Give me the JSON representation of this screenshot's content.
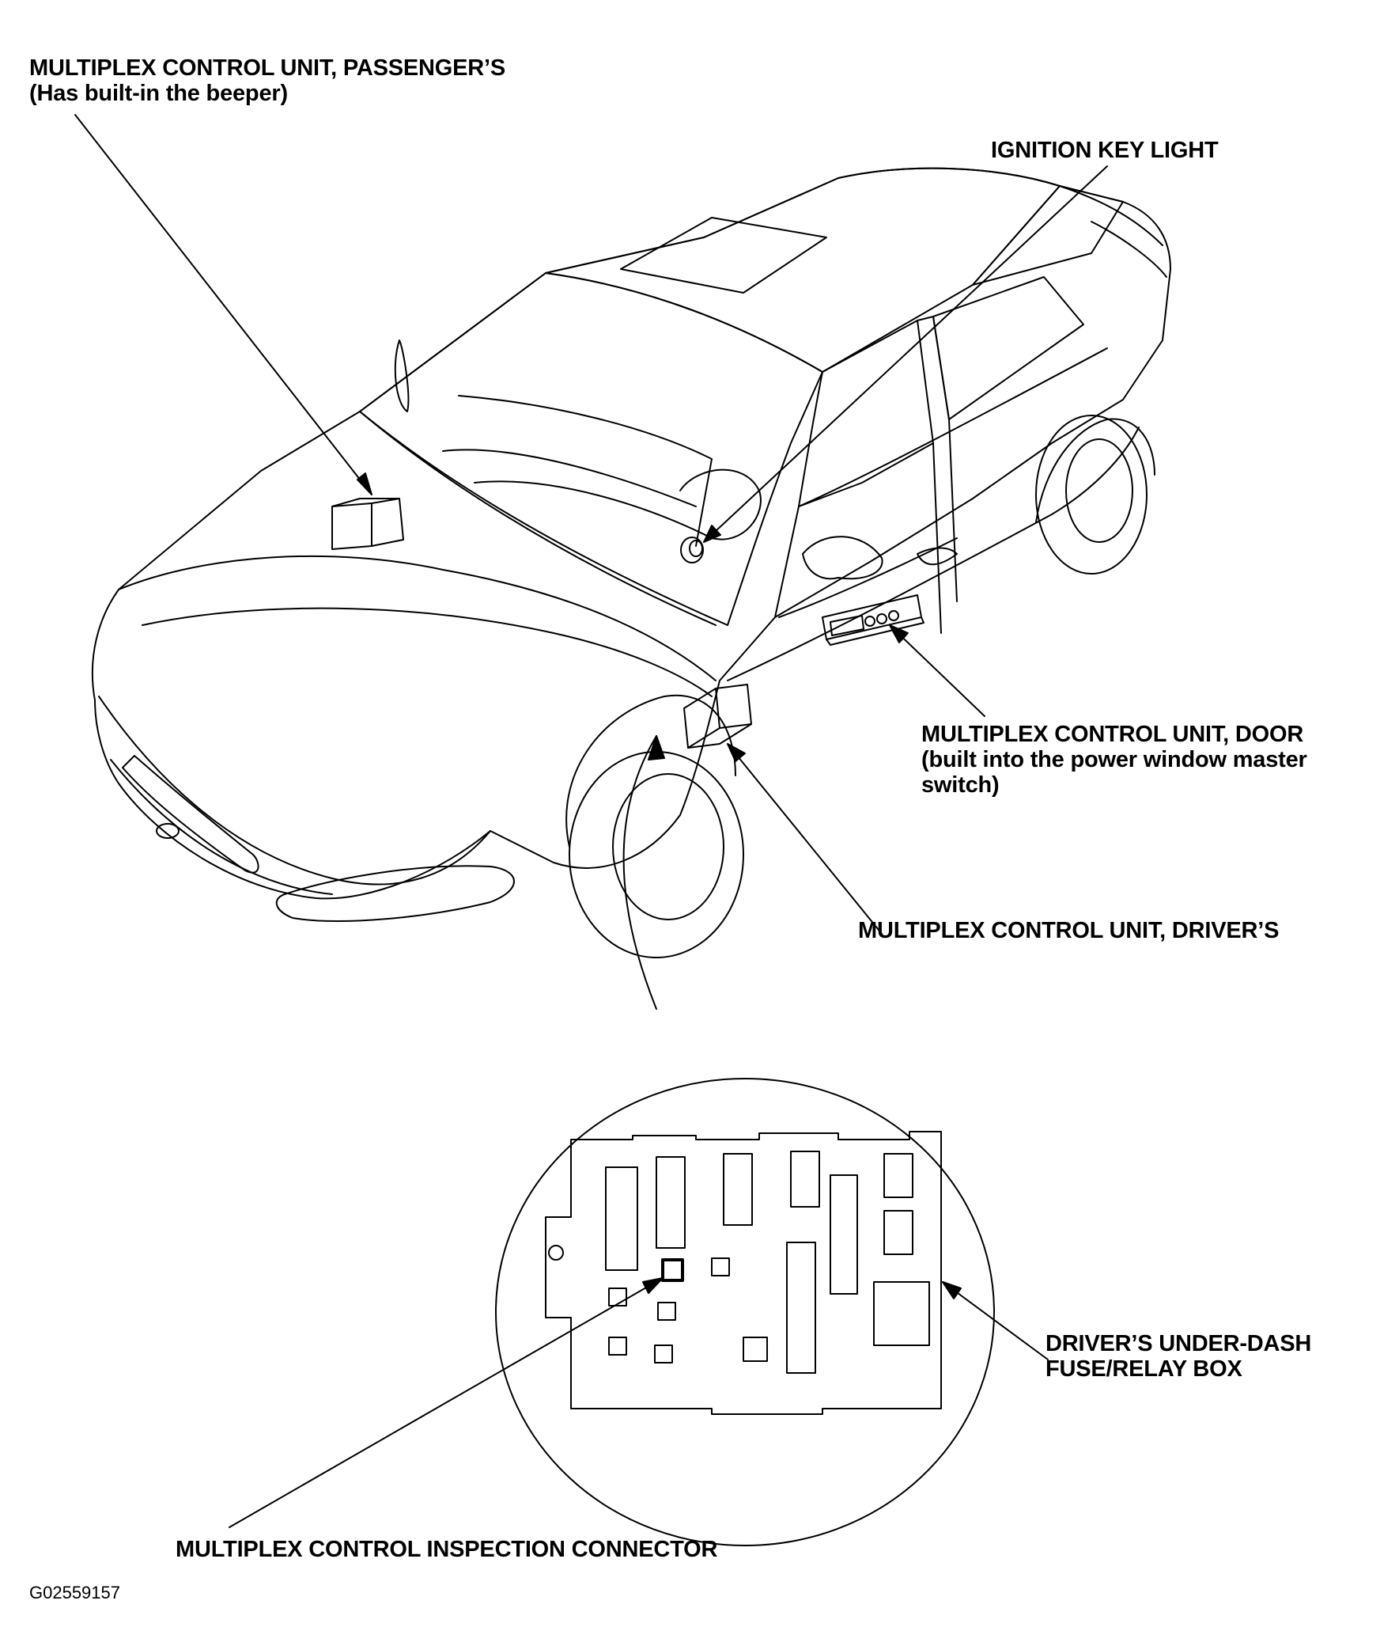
{
  "labels": {
    "passenger_unit": {
      "line1": "MULTIPLEX CONTROL UNIT, PASSENGER’S",
      "line2": "(Has built-in the beeper)"
    },
    "ignition_key_light": "IGNITION KEY LIGHT",
    "door_unit": {
      "line1": "MULTIPLEX CONTROL UNIT, DOOR",
      "line2": "(built into the power window master",
      "line3": "switch)"
    },
    "driver_unit": "MULTIPLEX CONTROL UNIT, DRIVER’S",
    "fuse_box": {
      "line1": "DRIVER’S UNDER-DASH",
      "line2": "FUSE/RELAY BOX"
    },
    "inspection_connector": "MULTIPLEX CONTROL INSPECTION CONNECTOR"
  },
  "figure_id": "G02559157",
  "colors": {
    "line": "#000000",
    "background": "#ffffff"
  }
}
